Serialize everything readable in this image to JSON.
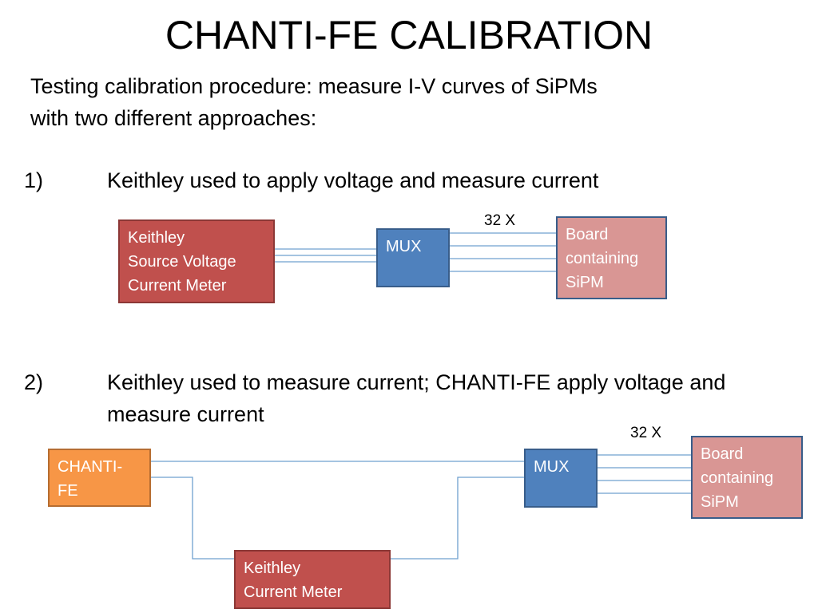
{
  "slide": {
    "title": "CHANTI-FE CALIBRATION",
    "intro": "Testing calibration procedure: measure I-V curves of SiPMs\nwith two different approaches:"
  },
  "approach1": {
    "number": "1)",
    "text": "Keithley used to apply voltage and measure current",
    "keithley_box": "Keithley\nSource Voltage\nCurrent Meter",
    "mux_box": "MUX",
    "board_box": "Board\ncontaining\nSiPM",
    "multiplicity": "32 X"
  },
  "approach2": {
    "number": "2)",
    "text": "Keithley used to measure current; CHANTI-FE apply voltage and measure current",
    "chanti_box": "CHANTI-\nFE",
    "mux_box": "MUX",
    "board_box": "Board\ncontaining\nSiPM",
    "keithley_box": "Keithley\nCurrent Meter",
    "multiplicity": "32 X"
  },
  "colors": {
    "keithley": "#c0504d",
    "mux": "#4f81bd",
    "board": "#d99694",
    "chanti": "#f79646",
    "wire": "#6fa0cf"
  }
}
